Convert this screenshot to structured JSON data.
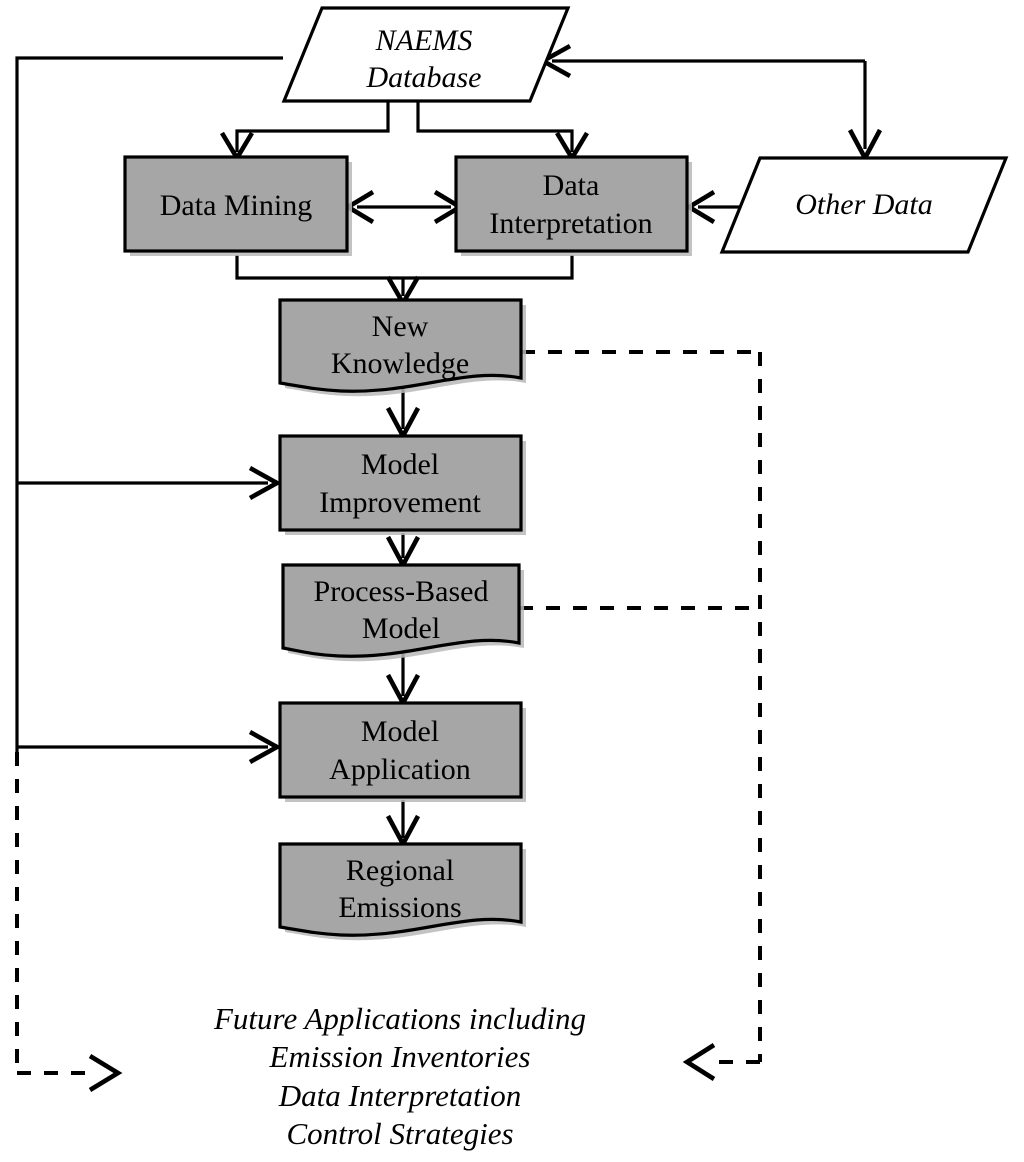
{
  "diagram": {
    "title": "NAEMS data flow and model development flowchart",
    "type": "flowchart",
    "background_color": "#ffffff",
    "node_fill_color": "#a6a6a6",
    "node_stroke_color": "#000000",
    "data_shape_fill_color": "#ffffff"
  },
  "nodes": {
    "naems_database": {
      "label_line1": "NAEMS",
      "label_line2": "Database",
      "shape": "parallelogram",
      "style": "italic",
      "fill": "#ffffff"
    },
    "other_data": {
      "label_line1": "Other Data",
      "shape": "parallelogram",
      "style": "italic",
      "fill": "#ffffff"
    },
    "data_mining": {
      "label_line1": "Data Mining",
      "shape": "rectangle",
      "fill": "#a6a6a6"
    },
    "data_interpretation": {
      "label_line1": "Data",
      "label_line2": "Interpretation",
      "shape": "rectangle",
      "fill": "#a6a6a6"
    },
    "new_knowledge": {
      "label_line1": "New",
      "label_line2": "Knowledge",
      "shape": "document",
      "fill": "#a6a6a6"
    },
    "model_improvement": {
      "label_line1": "Model",
      "label_line2": "Improvement",
      "shape": "rectangle",
      "fill": "#a6a6a6"
    },
    "process_based_model": {
      "label_line1": "Process-Based",
      "label_line2": "Model",
      "shape": "document",
      "fill": "#a6a6a6"
    },
    "model_application": {
      "label_line1": "Model",
      "label_line2": "Application",
      "shape": "rectangle",
      "fill": "#a6a6a6"
    },
    "regional_emissions": {
      "label_line1": "Regional",
      "label_line2": "Emissions",
      "shape": "document",
      "fill": "#a6a6a6"
    }
  },
  "caption": {
    "line1": "Future Applications including",
    "line2": "Emission Inventories",
    "line3": "Data Interpretation",
    "line4": "Control Strategies"
  },
  "edges": [
    {
      "from": "naems_database",
      "to": "data_mining",
      "style": "solid"
    },
    {
      "from": "naems_database",
      "to": "data_interpretation",
      "style": "solid"
    },
    {
      "from": "data_mining",
      "to": "data_interpretation",
      "style": "solid",
      "direction": "both"
    },
    {
      "from": "other_data",
      "to": "data_interpretation",
      "style": "solid"
    },
    {
      "from": "data_mining",
      "to": "new_knowledge",
      "style": "solid"
    },
    {
      "from": "data_interpretation",
      "to": "new_knowledge",
      "style": "solid"
    },
    {
      "from": "new_knowledge",
      "to": "model_improvement",
      "style": "solid"
    },
    {
      "from": "model_improvement",
      "to": "process_based_model",
      "style": "solid"
    },
    {
      "from": "process_based_model",
      "to": "model_application",
      "style": "solid"
    },
    {
      "from": "model_application",
      "to": "regional_emissions",
      "style": "solid"
    },
    {
      "from": "naems_database",
      "to": "model_improvement",
      "style": "solid"
    },
    {
      "from": "naems_database",
      "to": "model_application",
      "style": "solid"
    },
    {
      "from": "other_data",
      "to": "naems_database",
      "style": "solid"
    },
    {
      "from": "new_knowledge",
      "to": "caption",
      "style": "dashed"
    },
    {
      "from": "process_based_model",
      "to": "caption",
      "style": "dashed"
    },
    {
      "from": "naems_database",
      "to": "caption",
      "style": "dashed"
    }
  ]
}
